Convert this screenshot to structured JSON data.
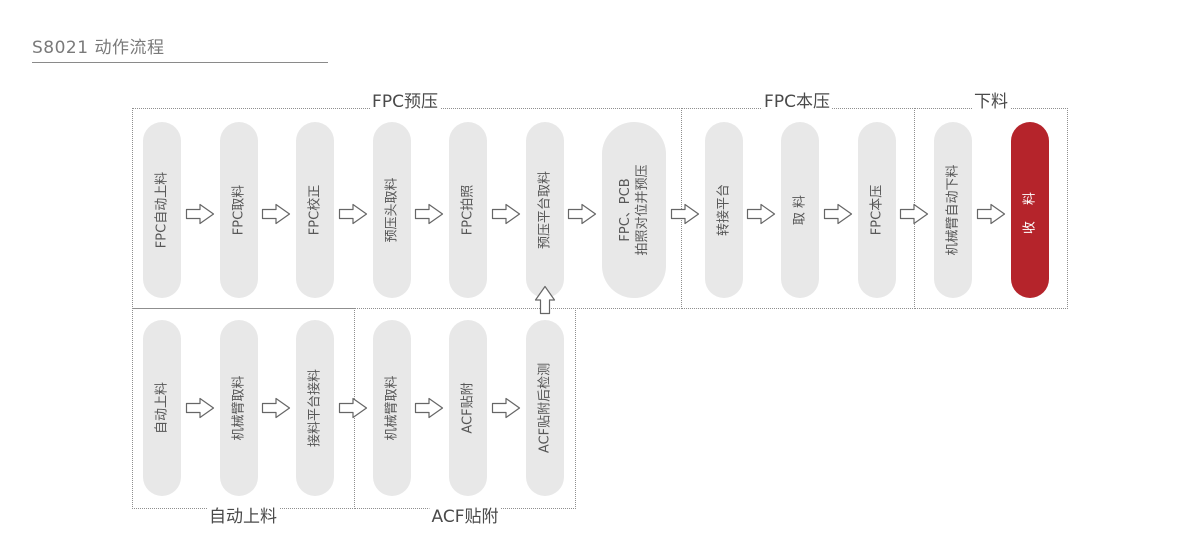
{
  "header": {
    "title": "S8021  动作流程"
  },
  "stages": {
    "fpc_prepress": "FPC预压",
    "fpc_mainpress": "FPC本压",
    "unload": "下料",
    "auto_load": "自动上料",
    "acf_attach": "ACF贴附"
  },
  "top_row": [
    {
      "label": "FPC自动上料"
    },
    {
      "label": "FPC取料"
    },
    {
      "label": "FPC校正"
    },
    {
      "label": "预压头取料"
    },
    {
      "label": "FPC拍照"
    },
    {
      "label": "预压平台取料"
    },
    {
      "label_line1": "FPC、PCB",
      "label_line2": "拍照对位并预压"
    },
    {
      "label": "转接平台"
    },
    {
      "label": "取 料"
    },
    {
      "label": "FPC本压"
    },
    {
      "label": "机械臂自动下料"
    },
    {
      "label": "收 料"
    }
  ],
  "bottom_row": [
    {
      "label": "自动上料"
    },
    {
      "label": "机械臂取料"
    },
    {
      "label": "接料平台接料"
    },
    {
      "label": "机械臂取料"
    },
    {
      "label": "ACF贴附"
    },
    {
      "label": "ACF贴附后检测"
    }
  ],
  "colors": {
    "pill": "#e8e8e8",
    "accent": "#b5242b",
    "border": "#8f8f8f",
    "arrow": "#666666"
  },
  "icons": {
    "flow_arrow": "arrow-right-outline-icon",
    "merge_arrow": "arrow-up-outline-icon"
  }
}
